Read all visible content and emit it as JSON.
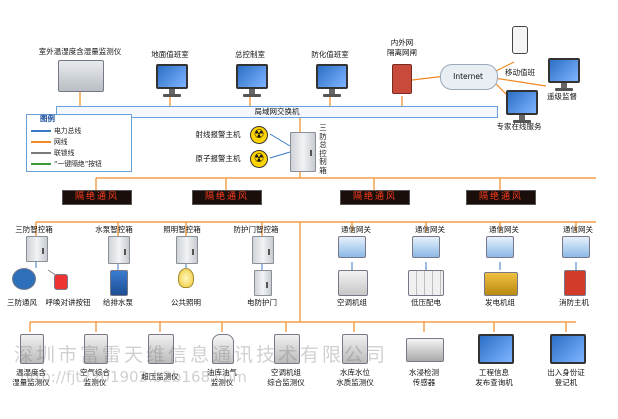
{
  "top": {
    "outdoor_monitor": "室外温湿度含湿量监测仪",
    "ground_duty_room": "地面值班室",
    "control_room": "总控制室",
    "civil_defense_room": "防化值班室",
    "gateway": [
      "内外网",
      "隔离网闸"
    ],
    "internet": "Internet",
    "mobile_duty": "移动值班",
    "remote_monitor": "遥级监督",
    "expert_service": "专家在线服务"
  },
  "bus": {
    "lan_switch": "局域网交换机"
  },
  "legend": {
    "title": "图例",
    "items": [
      {
        "label": "电力总线",
        "color": "#3a78c8"
      },
      {
        "label": "网线",
        "color": "#f08a24"
      },
      {
        "label": "联锁线",
        "color": "#7a7a7a"
      },
      {
        "label": "“一键隔绝”按钮",
        "color": "#3a9a3a"
      }
    ]
  },
  "alarms": {
    "ray_alarm": "射线报警主机",
    "atom_alarm": "原子报警主机",
    "main_box": [
      "三",
      "防",
      "总",
      "控",
      "制",
      "箱"
    ]
  },
  "led_panels": [
    "隔绝通风",
    "隔绝通风",
    "隔绝通风",
    "隔绝通风"
  ],
  "control_boxes": {
    "defense_box": "三防智控箱",
    "pump_box": "水泵智控箱",
    "lighting_box": "照明智控箱",
    "door_box": "防护门智控箱"
  },
  "gateways": [
    "通信网关",
    "通信网关",
    "通信网关",
    "通信网关"
  ],
  "end_devices": {
    "ventilation": "三防通风",
    "intercom": "呼唤对讲按钮",
    "pump": "给排水泵",
    "lighting": "公共照明",
    "door": "电防护门",
    "aircon": "空调机组",
    "low_voltage": "低压配电",
    "generator": "发电机组",
    "fire": "消防主机"
  },
  "bottom": [
    [
      "温湿度含",
      "湿量监测仪"
    ],
    [
      "空气综合",
      "监测仪"
    ],
    [
      "超压监测仪"
    ],
    [
      "油库油气",
      "监测仪"
    ],
    [
      "空调机组",
      "综合监测仪"
    ],
    [
      "水库水位",
      "水质监测仪"
    ],
    [
      "水浸检测",
      "传感器"
    ],
    [
      "工程信息",
      "发布查询机"
    ],
    [
      "出入身份证",
      "登记机"
    ]
  ],
  "watermark": {
    "company": "深圳市富雷天维信息通讯技术有限公司",
    "url": "http://fjt2201903.b2b168.com"
  }
}
